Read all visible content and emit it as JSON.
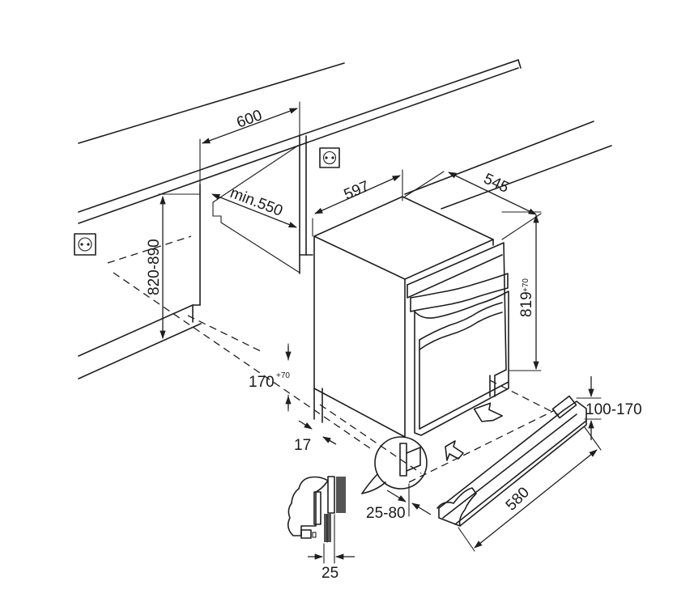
{
  "dimensions": {
    "cabinet_width": "600",
    "appliance_width": "597",
    "appliance_depth": "545",
    "niche_depth": "min.550",
    "niche_height": "820-890",
    "appliance_height": "819",
    "appliance_height_tol": "+70",
    "plinth_depth": "170",
    "plinth_depth_tol": "+70",
    "door_offset": "17",
    "plinth_height": "100-170",
    "plinth_length": "580",
    "vent_gap": "25-80",
    "detail_gap": "25"
  },
  "colors": {
    "line": "#1f1f1f",
    "background": "#ffffff",
    "panel": "#555555"
  }
}
